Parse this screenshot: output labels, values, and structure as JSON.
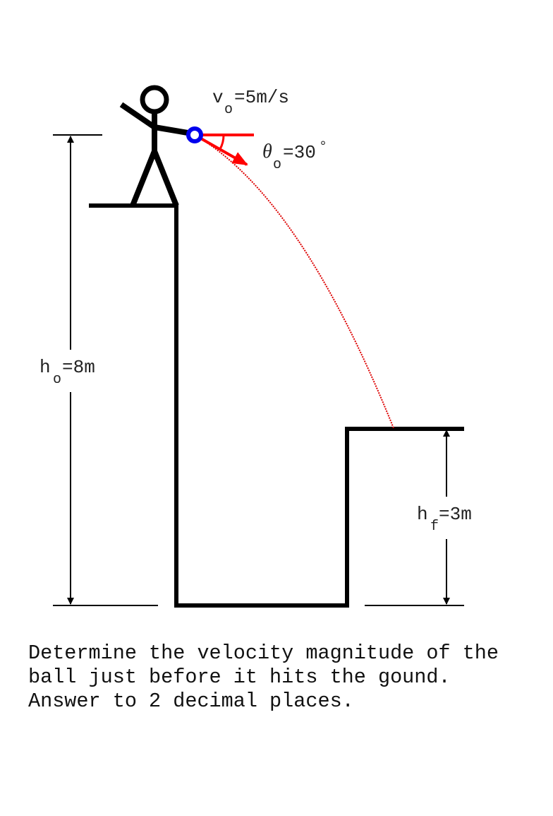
{
  "labels": {
    "v0": {
      "main": "v",
      "sub": "o",
      "value": "=5m/s"
    },
    "theta0": {
      "main": "θ",
      "sub": "o",
      "value": "=30",
      "unit": "°"
    },
    "h0": {
      "main": "h",
      "sub": "o",
      "value": "=8m"
    },
    "hf": {
      "main": "h",
      "sub": "f",
      "value": "=3m"
    }
  },
  "question": {
    "lines": [
      "Determine the velocity magnitude of the",
      "ball just before it hits the gound.",
      "Answer to 2 decimal places."
    ]
  },
  "colors": {
    "structure": "#000000",
    "vector": "#ff0000",
    "ball": "#0000ee",
    "trajectory": "#dd0000"
  }
}
